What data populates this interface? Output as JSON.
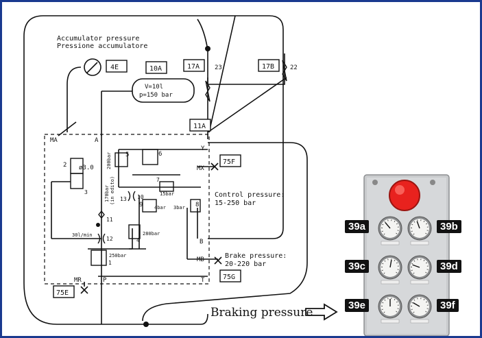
{
  "diagram": {
    "title": {
      "line1": "Accumulator pressure",
      "line2": "Pressione accumulatore"
    },
    "refs": {
      "r4E": "4E",
      "r10A": "10A",
      "r17A": "17A",
      "r17B": "17B",
      "r11A": "11A",
      "r75F": "75F",
      "r75G": "75G",
      "r75E": "75E"
    },
    "accumulator": {
      "volume": "V=10l",
      "pressure": "p=150 bar"
    },
    "ports": {
      "MA": "MA",
      "A": "A",
      "Y": "Y",
      "MX": "MX",
      "B": "B",
      "MB": "MB",
      "MR": "MR",
      "P": "P",
      "T": "T"
    },
    "control_pressure": {
      "line1": "Control pressure:",
      "line2": "15-250 bar"
    },
    "brake_pressure": {
      "line1": "Brake pressure:",
      "line2": "20-220 bar"
    },
    "components": {
      "c2": "2",
      "c3": "3",
      "orifice": "ø3.0",
      "c5": "5",
      "c6": "6",
      "c7": "7",
      "c8": "8",
      "c9": "9",
      "c10": "10",
      "c11": "11",
      "c12": "12",
      "c13": "13",
      "c1": "1",
      "c4": "4",
      "c22": "22",
      "c23": "23"
    },
    "settings": {
      "s200": "200bar",
      "s170": "170bar",
      "s170b": "(in edito)",
      "s15": "15bar",
      "s4": "4bar",
      "s3": "3bar",
      "s280": "280bar",
      "s250": "250bar",
      "flow": "30l/min"
    }
  },
  "caption": "Braking pressure",
  "panel": {
    "gauges": [
      {
        "tag": "39a"
      },
      {
        "tag": "39b"
      },
      {
        "tag": "39c"
      },
      {
        "tag": "39d"
      },
      {
        "tag": "39e"
      },
      {
        "tag": "39f"
      }
    ]
  },
  "colors": {
    "frame": "#1a3a8f",
    "lamp": "#e8221e",
    "panel": "#c9cbcd"
  }
}
